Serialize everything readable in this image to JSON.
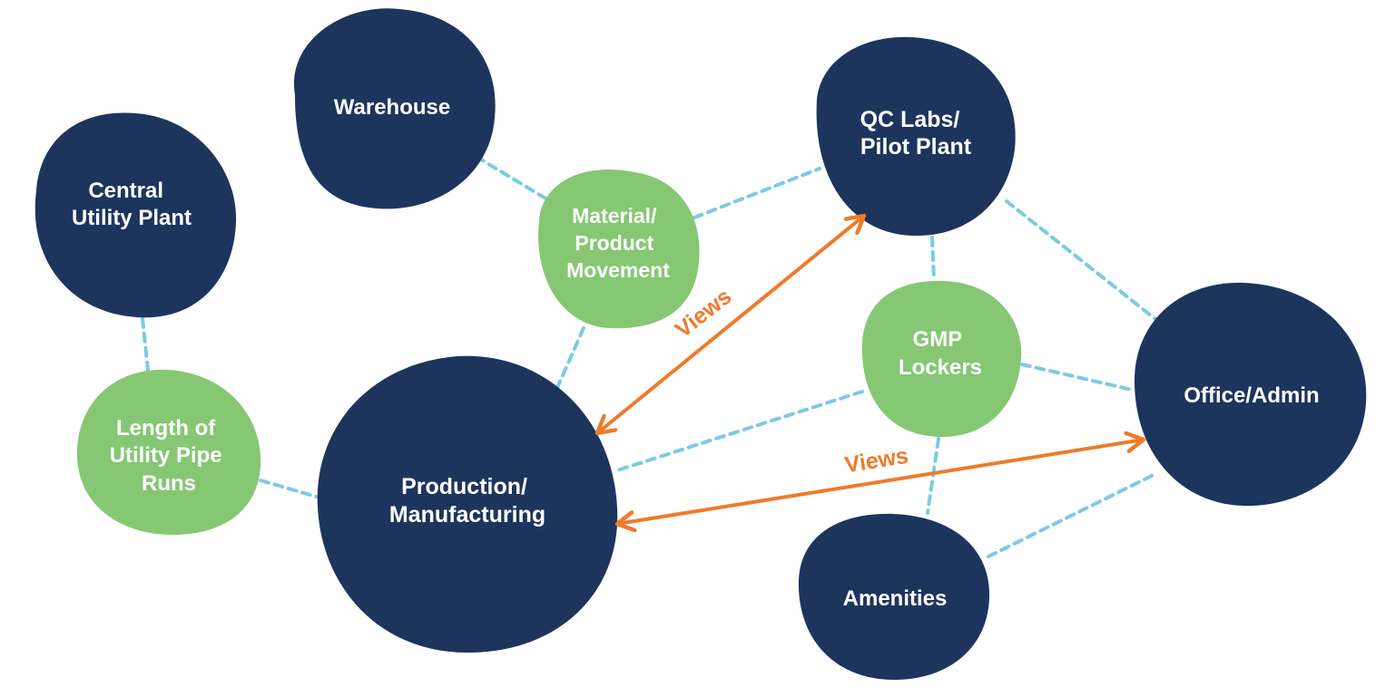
{
  "colors": {
    "primary_node": "#1d355d",
    "secondary_node": "#86c774",
    "connector": "#7ccbe2",
    "arrow": "#ef7a2a",
    "text": "#ffffff"
  },
  "nodes": {
    "warehouse": {
      "line1": "Warehouse"
    },
    "central_utility": {
      "line1": "Central",
      "line2": "Utility Plant"
    },
    "qc_labs": {
      "line1": "QC Labs/",
      "line2": "Pilot Plant"
    },
    "material": {
      "line1": "Material/",
      "line2": "Product",
      "line3": "Movement"
    },
    "gmp": {
      "line1": "GMP",
      "line2": "Lockers"
    },
    "office": {
      "line1": "Office/Admin"
    },
    "length": {
      "line1": "Length of",
      "line2": "Utility Pipe",
      "line3": "Runs"
    },
    "production": {
      "line1": "Production/",
      "line2": "Manufacturing"
    },
    "amenities": {
      "line1": "Amenities"
    }
  },
  "arrows": {
    "views_qc": "Views",
    "views_office": "Views"
  }
}
